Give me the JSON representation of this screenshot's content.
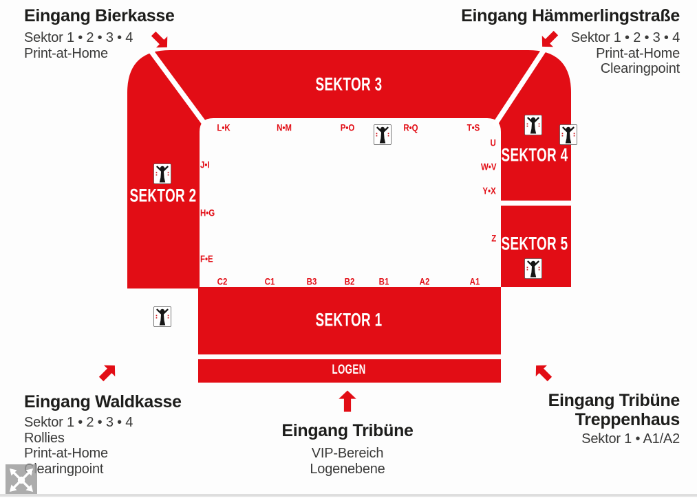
{
  "colors": {
    "red": "#e20d15",
    "heading_text": "#1d1d1b",
    "sub_text": "#3a3a39",
    "label_on_red": "#ffffff",
    "pan_gray": "#9a9a9a"
  },
  "entrances": {
    "top_left": {
      "title": "Eingang Bierkasse",
      "lines": [
        "Sektor 1 • 2 • 3 • 4",
        "Print-at-Home"
      ],
      "arrow_icon": "arrow-down-right"
    },
    "top_right": {
      "title": "Eingang Hämmerlingstraße",
      "lines": [
        "Sektor 1 • 2 • 3 • 4",
        "Print-at-Home",
        "Clearingpoint"
      ],
      "arrow_icon": "arrow-down-left"
    },
    "bottom_left": {
      "title": "Eingang Waldkasse",
      "lines": [
        "Sektor 1 • 2 • 3 • 4",
        "Rollies",
        "Print-at-Home",
        "Clearingpoint"
      ],
      "arrow_icon": "arrow-up-right"
    },
    "bottom_center": {
      "title": "Eingang Tribüne",
      "lines": [
        "VIP-Bereich",
        "Logenebene"
      ],
      "arrow_icon": "arrow-up"
    },
    "bottom_right": {
      "title_line1": "Eingang Tribüne",
      "title_line2": "Treppenhaus",
      "lines": [
        "Sektor 1 • A1/A2"
      ],
      "arrow_icon": "arrow-up-left"
    }
  },
  "map": {
    "sectors": {
      "s1": "SEKTOR 1",
      "s2": "SEKTOR 2",
      "s3": "SEKTOR 3",
      "s4": "SEKTOR 4",
      "s5": "SEKTOR 5",
      "logen": "LOGEN"
    },
    "rows": {
      "top": [
        "L•K",
        "N•M",
        "P•O",
        "R•Q",
        "T•S"
      ],
      "left": [
        "J•I",
        "H•G",
        "F•E"
      ],
      "right": [
        "U",
        "W•V",
        "Y•X",
        "Z"
      ],
      "bottom": [
        "C2",
        "C1",
        "B3",
        "B2",
        "B1",
        "A2",
        "A1"
      ]
    },
    "crest_icon": "club-crest"
  },
  "controls": {
    "pan_icon": "pan-move"
  }
}
